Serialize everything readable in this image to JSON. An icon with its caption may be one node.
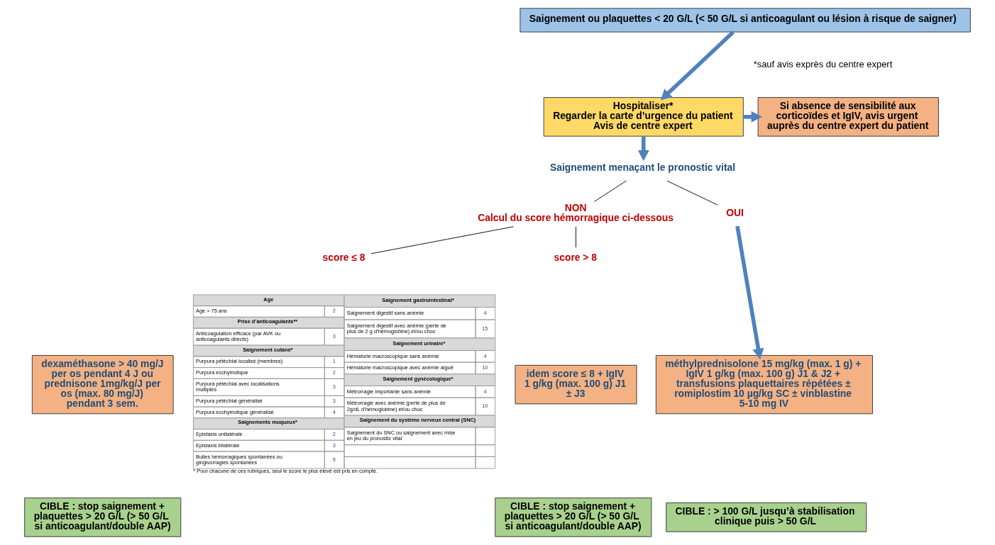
{
  "diagram": {
    "nodes": [
      {
        "text": [
          "Saignement ou plaquettes < 20 G/L (< 50 G/L si anticoagulant ou lésion à risque de saigner)"
        ]
      },
      {
        "text": [
          "Hospitaliser*",
          "Regarder la carte d’urgence du patient",
          "Avis de centre expert"
        ]
      },
      {
        "text": [
          "Si absence de sensibilité aux corticoïdes et IgIV, avis urgent auprès du centre expert du patient"
        ]
      },
      {
        "text": [
          "Saignement menaçant le pronostic vital"
        ]
      },
      {
        "text": [
          "NON",
          "Calcul du score hémorragique ci-dessous"
        ]
      },
      {
        "text": [
          "OUI"
        ]
      },
      {
        "text": [
          "score ≤ 8"
        ]
      },
      {
        "text": [
          "dexaméthasone > 40 mg/J per os pendant 4 J ou prednisone 1mg/kg/J per os (max. 80 mg/J) pendant 3 sem."
        ]
      },
      {
        "text": [
          "CIBLE : stop saignement + plaquettes > 20 G/L (> 50 G/L si anticoagulant/double AAP)"
        ]
      },
      {
        "text": [
          "score > 8"
        ]
      },
      {
        "text": [
          "idem score ≤ 8 + IgIV 1 g/kg (max. 100 g) J1 ± J3"
        ]
      },
      {
        "text": [
          "CIBLE : stop saignement + plaquettes > 20 G/L (> 50 G/L si anticoagulant/double AAP)"
        ]
      },
      {
        "text": [
          "méthylprednisolone 15 mg/kg (max. 1 g) + IgIV 1 g/kg (max. 100 g) J1 & J2 + transfusions plaquettaires répétées ± romiplostim 10 µg/kg SC ± vinblastine 5-10 mg IV"
        ]
      },
      {
        "text": [
          "CIBLE : > 100 G/L jusqu’à stabilisation clinique puis > 50 G/L"
        ]
      }
    ],
    "edges": [
      {
        "from": 0,
        "to": 1,
        "arrow": "to",
        "style": "thick",
        "color": "#4f81bd"
      },
      {
        "from": 1,
        "to": 2,
        "arrow": "to",
        "style": "thick",
        "color": "#4f81bd"
      },
      {
        "from": 1,
        "to": 3,
        "arrow": "to",
        "style": "thick",
        "color": "#4f81bd"
      },
      {
        "from": 3,
        "to": 4,
        "arrow": "none",
        "color": "#000000"
      },
      {
        "from": 3,
        "to": 5,
        "arrow": "none",
        "color": "#000000"
      },
      {
        "from": 4,
        "to": 6,
        "arrow": "none",
        "color": "#000000"
      },
      {
        "from": 4,
        "to": 9,
        "arrow": "none",
        "color": "#000000"
      },
      {
        "from": 5,
        "to": 12,
        "arrow": "to",
        "style": "thick",
        "color": "#4f81bd"
      }
    ],
    "labels": [
      "*sauf avis exprès du centre expert",
      "Age",
      "Age > 75 ans",
      "2",
      "Prise d’anticoagulants**",
      "Anticoagulation efficace (par AVK ou anticoagulants directs)",
      "3",
      "Saignement cutané*",
      "Purpura pétéchial localisé (membres)",
      "1",
      "Purpura ecchymotique",
      "2",
      "Purpura pétéchial avec localisations multiples",
      "3",
      "Purpura pétéchial généralisé",
      "3",
      "Purpura ecchymotique généralisé",
      "4",
      "Saignements muqueux*",
      "Epistaxis unilatérale",
      "2",
      "Epistaxis bilatérale",
      "3",
      "Bulles hémorragiques spontanées ou gingivorragies spontanées",
      "5",
      "Saignement gastrointestinal*",
      "Saignement digestif sans anémie",
      "4",
      "Saignement digestif avec anémie (perte de plus de 2 g d’hémoglobine) et/ou choc",
      "15",
      "Saignement urinaire*",
      "Hématurie macroscopique sans anémie",
      "4",
      "Hématurie macroscopique avec anémie aiguë",
      "10",
      "Saignement gynécologique*",
      "Métrorragie importante sans anémie",
      "4",
      "Métrorragie avec anémie (perte de plus de 2g/dL d’hémoglobine) et/ou choc",
      "10",
      "Saignement du système nerveux central (SNC)",
      "Saignement du SNC ou saignement avec mise en jeu du pronostic vital",
      "* Pour chacune de ces rubriques, seul le score le plus élevé est pris en compte."
    ]
  }
}
